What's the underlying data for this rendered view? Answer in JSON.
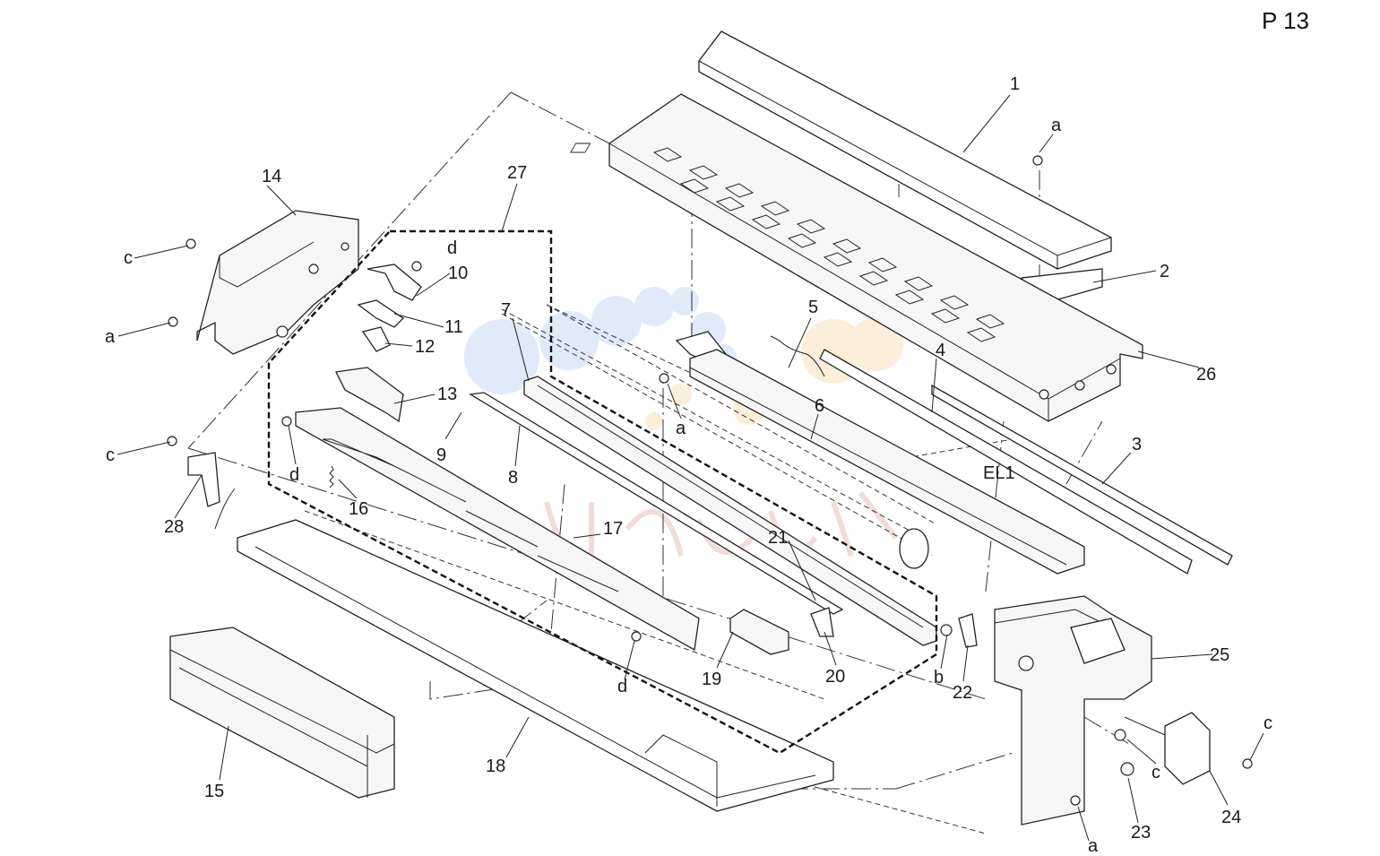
{
  "page_label": "P 13",
  "callouts": {
    "n1": "1",
    "n2": "2",
    "n3": "3",
    "n4": "4",
    "n5": "5",
    "n6": "6",
    "n7": "7",
    "n8": "8",
    "n9": "9",
    "n10": "10",
    "n11": "11",
    "n12": "12",
    "n13": "13",
    "n14": "14",
    "n15": "15",
    "n16": "16",
    "n17": "17",
    "n18": "18",
    "n19": "19",
    "n20": "20",
    "n21": "21",
    "n22": "22",
    "n23": "23",
    "n24": "24",
    "n25": "25",
    "n26": "26",
    "n27": "27",
    "n28": "28",
    "el1": "EL1",
    "a": "a",
    "b": "b",
    "c": "c",
    "d": "d"
  }
}
